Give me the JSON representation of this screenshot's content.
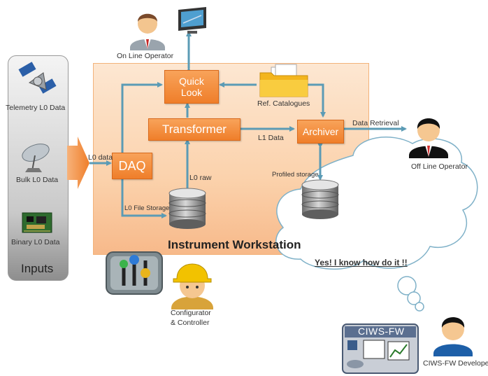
{
  "inputs": {
    "title": "Inputs",
    "items": [
      {
        "label": "Telemetry L0 Data",
        "icon": "satellite-icon"
      },
      {
        "label": "Bulk L0 Data",
        "icon": "dish-antenna-icon"
      },
      {
        "label": "Binary L0 Data",
        "icon": "circuit-board-icon"
      }
    ]
  },
  "workstation": {
    "title": "Instrument Workstation"
  },
  "boxes": {
    "daq": "DAQ",
    "quicklook_line1": "Quick",
    "quicklook_line2": "Look",
    "transformer": "Transformer",
    "archiver": "Archiver"
  },
  "labels": {
    "l0_data": "L0 data",
    "l0_raw": "L0 raw",
    "l0_file_storage": "L0 File Storage",
    "l1_data": "L1 Data",
    "profiled_storage": "Profiled storage",
    "ref_catalogues": "Ref. Catalogues",
    "data_retrieval": "Data Retrieval"
  },
  "actors": {
    "online_operator": "On Line Operator",
    "offline_operator": "Off Line Operator",
    "configurator_line1": "Configurator",
    "configurator_line2": "& Controller",
    "developer": "CIWS-FW Developer"
  },
  "thought": "Yes! I know how do it !!",
  "ciws_logo": "CIWS-FW",
  "colors": {
    "orange_box": "#ef7e2a",
    "arrow": "#5b9bb5",
    "workstation_bg": "#fbd2ac"
  }
}
